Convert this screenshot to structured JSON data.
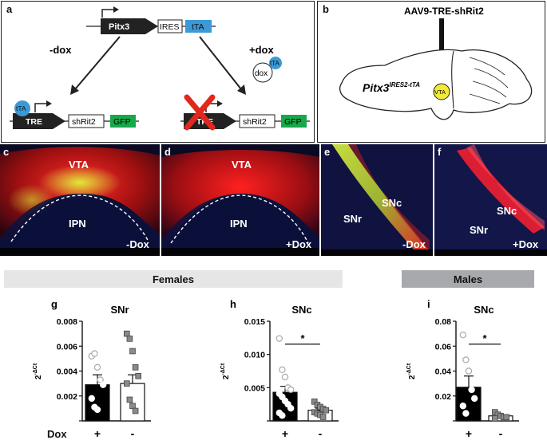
{
  "panel_a": {
    "label": "a",
    "top_promoter": "Pitx3",
    "ires": "IRES",
    "tta": "tTA",
    "minus_dox": "-dox",
    "plus_dox": "+dox",
    "dox": "dox",
    "bound_tta": "tTA",
    "tre": "TRE",
    "tre_crossed": "TRE",
    "shrit2": "shRit2",
    "gfp": "GFP"
  },
  "panel_b": {
    "label": "b",
    "virus": "AAV9-TRE-shRit2",
    "mouse_main": "Pitx3",
    "mouse_super": "IRES2-tTA",
    "vta": "VTA"
  },
  "micro": {
    "c": {
      "label": "c",
      "region_top": "VTA",
      "region_mid": "IPN",
      "condition": "-Dox"
    },
    "d": {
      "label": "d",
      "region_top": "VTA",
      "region_mid": "IPN",
      "condition": "+Dox"
    },
    "e": {
      "label": "e",
      "region_a": "SNc",
      "region_b": "SNr",
      "condition": "-Dox"
    },
    "f": {
      "label": "f",
      "region_a": "SNc",
      "region_b": "SNr",
      "condition": "+Dox"
    }
  },
  "groups": {
    "females": "Females",
    "males": "Males"
  },
  "dox_row": {
    "label": "Dox",
    "plus": "+",
    "minus": "-"
  },
  "colors": {
    "bar_plus": "#000000",
    "bar_minus": "#ffffff",
    "tta_blue": "#3b9ad6",
    "gfp_green": "#18a84a",
    "cross_red": "#e0281e",
    "vta_yellow": "#f2ea3b",
    "band_female": "#e6e6e6",
    "band_male": "#a7a9ac"
  },
  "chart_data": [
    {
      "panel": "g",
      "type": "bar",
      "title": "SNr",
      "ylabel": "2^-ΔCt",
      "ylabel_base": "2",
      "ylabel_exp": "-ΔCt",
      "categories": [
        "+",
        "-"
      ],
      "values": [
        0.0029,
        0.003
      ],
      "sem": [
        0.0008,
        0.0007
      ],
      "ylim": [
        0,
        0.008
      ],
      "yticks": [
        0,
        0.002,
        0.004,
        0.006,
        0.008
      ],
      "ytick_labels": [
        "",
        "0.002",
        "0.004",
        "0.006",
        "0.008"
      ],
      "points": [
        [
          0.0052,
          0.0054,
          0.0043,
          0.0033,
          0.0029,
          0.0018,
          0.0011,
          0.0009
        ],
        [
          0.007,
          0.0066,
          0.0056,
          0.0043,
          0.0036,
          0.003,
          0.0017,
          0.0012,
          0.0008
        ]
      ],
      "significance": ""
    },
    {
      "panel": "h",
      "type": "bar",
      "title": "SNc",
      "ylabel": "2^-ΔCt",
      "ylabel_base": "2",
      "ylabel_exp": "-ΔCt",
      "categories": [
        "+",
        "-"
      ],
      "values": [
        0.0043,
        0.0016
      ],
      "sem": [
        0.0009,
        0.0003
      ],
      "ylim": [
        0,
        0.015
      ],
      "yticks": [
        0,
        0.005,
        0.01,
        0.015
      ],
      "ytick_labels": [
        "",
        "0.005",
        "0.010",
        "0.015"
      ],
      "points": [
        [
          0.0124,
          0.0077,
          0.0066,
          0.005,
          0.0047,
          0.0041,
          0.0036,
          0.003,
          0.0025,
          0.0019,
          0.0012,
          0.0008
        ],
        [
          0.0029,
          0.0024,
          0.0021,
          0.0018,
          0.0016,
          0.0013,
          0.0011,
          0.0009,
          0.0006
        ]
      ],
      "significance": "*"
    },
    {
      "panel": "i",
      "type": "bar",
      "title": "SNc",
      "ylabel": "2^-ΔCt",
      "ylabel_base": "2",
      "ylabel_exp": "-ΔCt",
      "categories": [
        "+",
        "-"
      ],
      "values": [
        0.027,
        0.004
      ],
      "sem": [
        0.009,
        0.001
      ],
      "ylim": [
        0,
        0.08
      ],
      "yticks": [
        0,
        0.02,
        0.04,
        0.06,
        0.08
      ],
      "ytick_labels": [
        "",
        "0.02",
        "0.04",
        "0.06",
        "0.08"
      ],
      "points": [
        [
          0.069,
          0.049,
          0.04,
          0.025,
          0.018,
          0.012,
          0.006
        ],
        [
          0.007,
          0.005,
          0.004,
          0.003,
          0.003,
          0.002
        ]
      ],
      "significance": "*"
    }
  ]
}
